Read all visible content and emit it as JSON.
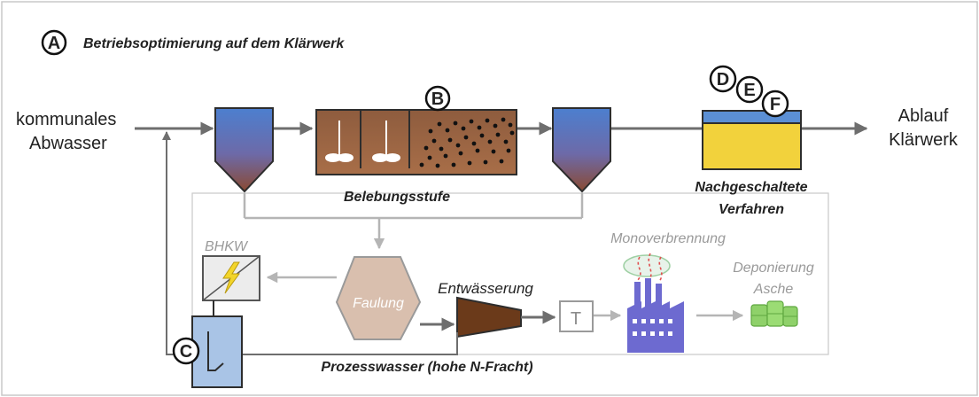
{
  "title": "Betriebsoptimierung auf dem Klärwerk",
  "markers": {
    "a": "A",
    "b": "B",
    "c": "C",
    "d": "D",
    "e": "E",
    "f": "F"
  },
  "labels": {
    "inlet_line1": "kommunales",
    "inlet_line2": "Abwasser",
    "outlet_line1": "Ablauf",
    "outlet_line2": "Klärwerk",
    "aeration": "Belebungsstufe",
    "post_line1": "Nachgeschaltete",
    "post_line2": "Verfahren",
    "chp": "BHKW",
    "digestion": "Faulung",
    "dewatering": "Entwässerung",
    "dryer": "T",
    "incineration": "Monoverbrennung",
    "landfill_line1": "Deponierung",
    "landfill_line2": "Asche",
    "process_water": "Prozesswasser (hohe N-Fracht)"
  },
  "colors": {
    "line": "#6e6e6e",
    "faded_line": "#b5b5b5",
    "sludge_brown": "#8b5a3c",
    "filter_yellow": "#f2d23c",
    "filter_blue": "#5b8fd4",
    "tank_blue": "#a9c4e6",
    "digester": "#d9bfae",
    "press_brown": "#6b3a1a",
    "factory_blue": "#6d6ad0",
    "ash_green": "#8fd16a"
  },
  "icons": [
    "lightning-icon",
    "thermometer-icon",
    "factory-icon",
    "smoke-icon",
    "barrel-icon",
    "mixer-icon"
  ]
}
